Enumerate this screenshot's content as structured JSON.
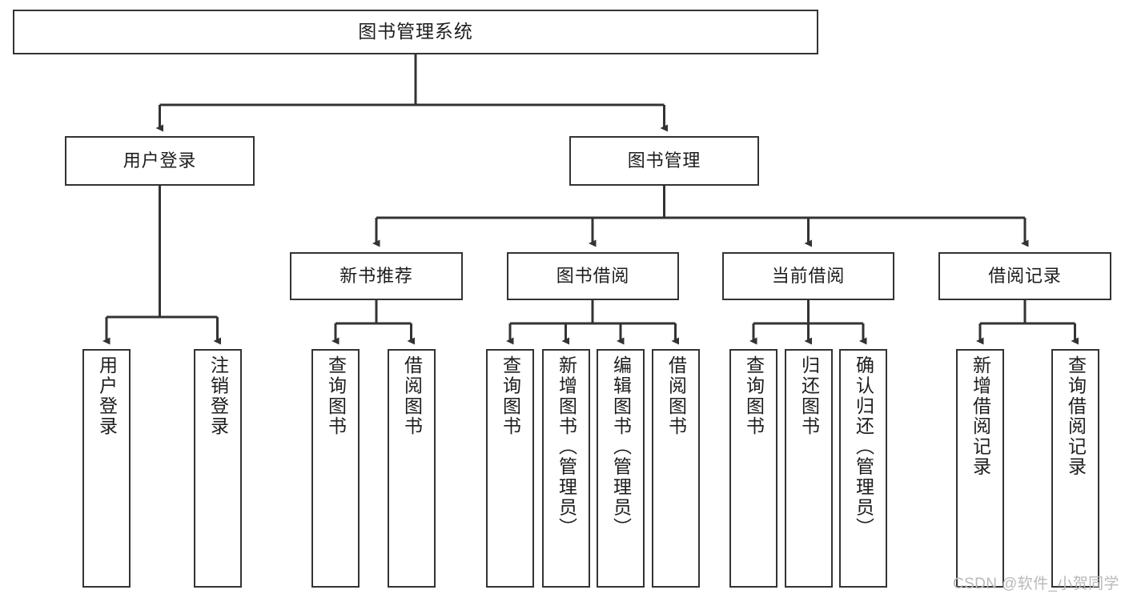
{
  "diagram": {
    "type": "tree",
    "title": "图书管理系统",
    "watermark": "CSDN @软件_小贺同学",
    "colors": {
      "box_border": "#333333",
      "box_fill": "#ffffff",
      "connector": "#333333",
      "text": "#1d1d1d",
      "watermark": "#b9b9b9",
      "background": "#ffffff"
    },
    "nodes": {
      "root": {
        "label": "图书管理系统"
      },
      "level2": [
        {
          "label": "用户登录"
        },
        {
          "label": "图书管理"
        }
      ],
      "level3": [
        {
          "label": "新书推荐"
        },
        {
          "label": "图书借阅"
        },
        {
          "label": "当前借阅"
        },
        {
          "label": "借阅记录"
        }
      ],
      "leaves": {
        "user_login": [
          {
            "label": "用户登录"
          },
          {
            "label": "注销登录"
          }
        ],
        "new_book_recommend": [
          {
            "label": "查询图书"
          },
          {
            "label": "借阅图书"
          }
        ],
        "book_borrow": [
          {
            "label": "查询图书"
          },
          {
            "label": "新增图书（管理员）"
          },
          {
            "label": "编辑图书（管理员）"
          },
          {
            "label": "借阅图书"
          }
        ],
        "current_borrow": [
          {
            "label": "查询图书"
          },
          {
            "label": "归还图书"
          },
          {
            "label": "确认归还（管理员）"
          }
        ],
        "borrow_record": [
          {
            "label": "新增借阅记录"
          },
          {
            "label": "查询借阅记录"
          }
        ]
      }
    }
  }
}
